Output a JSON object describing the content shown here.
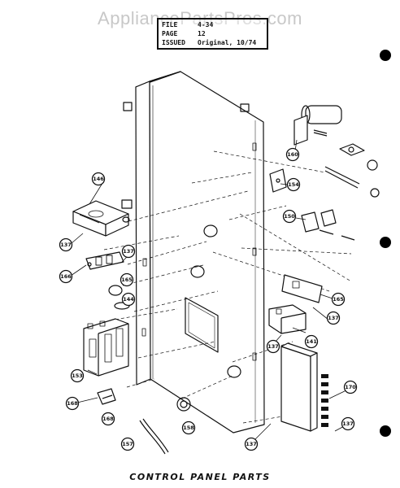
{
  "watermark": "AppliancePartsPros.com",
  "info_box": {
    "rows": [
      {
        "key": "FILE",
        "value": "4-34"
      },
      {
        "key": "PAGE",
        "value": "12"
      },
      {
        "key": "ISSUED",
        "value": "Original, 10/74"
      }
    ]
  },
  "caption": "CONTROL PANEL PARTS",
  "callouts": [
    "146",
    "137",
    "166",
    "137",
    "165",
    "144",
    "153",
    "168",
    "168",
    "157",
    "158",
    "160",
    "154",
    "150",
    "165",
    "137",
    "141",
    "137",
    "170",
    "137",
    "137"
  ]
}
